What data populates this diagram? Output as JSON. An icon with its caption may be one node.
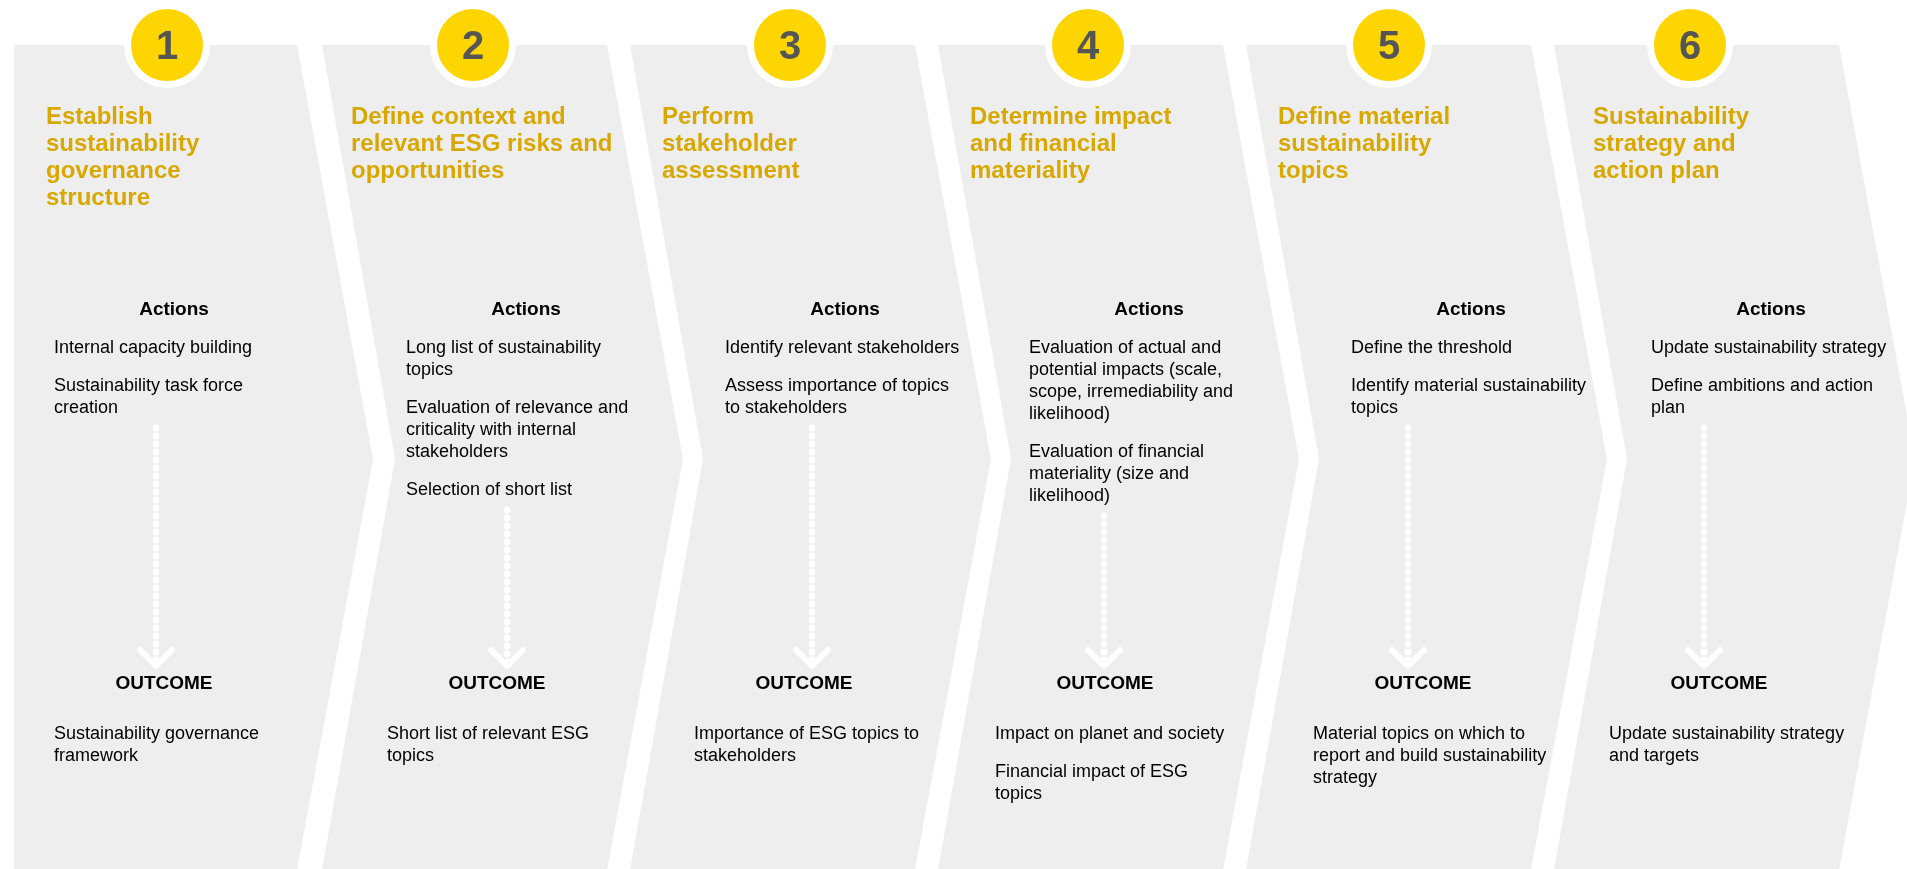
{
  "diagram": {
    "nodes": [
      {
        "text": [
          "1"
        ]
      },
      {
        "text": [
          "Establish sustainability governance structure"
        ]
      },
      {
        "text": [
          "Actions",
          "Internal capacity building",
          "Sustainability task force creation"
        ],
        "in": 1
      },
      {
        "text": [
          "OUTCOME",
          "Sustainability governance framework"
        ],
        "in": 1
      },
      {
        "text": [
          "2"
        ]
      },
      {
        "text": [
          "Define context and relevant ESG risks and opportunities"
        ]
      },
      {
        "text": [
          "Actions",
          "Long list of sustainability topics",
          "Evaluation of relevance and criticality with internal stakeholders",
          "Selection of short list"
        ],
        "in": 5
      },
      {
        "text": [
          "OUTCOME",
          "Short list of relevant ESG topics"
        ],
        "in": 5
      },
      {
        "text": [
          "3"
        ]
      },
      {
        "text": [
          "Perform stakeholder assessment"
        ]
      },
      {
        "text": [
          "Actions",
          "Identify relevant stakeholders",
          "Assess importance of topics to stakeholders"
        ],
        "in": 9
      },
      {
        "text": [
          "OUTCOME",
          "Importance of ESG topics to stakeholders"
        ],
        "in": 9
      },
      {
        "text": [
          "4"
        ]
      },
      {
        "text": [
          "Determine impact and financial materiality"
        ]
      },
      {
        "text": [
          "Actions",
          "Evaluation of actual and potential impacts (scale, scope, irremediability and likelihood)",
          "Evaluation of financial materiality (size and likelihood)"
        ],
        "in": 13
      },
      {
        "text": [
          "OUTCOME",
          "Impact on planet and society",
          "Financial impact of ESG topics"
        ],
        "in": 13
      },
      {
        "text": [
          "5"
        ]
      },
      {
        "text": [
          "Define material sustainability topics"
        ]
      },
      {
        "text": [
          "Actions",
          "Define the threshold",
          "Identify material sustainability topics"
        ],
        "in": 17
      },
      {
        "text": [
          "OUTCOME",
          "Material topics on which to report and build sustainability strategy"
        ],
        "in": 17
      },
      {
        "text": [
          "6"
        ]
      },
      {
        "text": [
          "Sustainability strategy and action plan"
        ]
      },
      {
        "text": [
          "Actions",
          "Update sustainability strategy",
          "Define ambitions and action plan"
        ],
        "in": 21
      },
      {
        "text": [
          "OUTCOME",
          "Update sustainability strategy and targets"
        ],
        "in": 21
      }
    ],
    "edges": [
      {
        "from": 2,
        "to": 3,
        "arrow": "to",
        "style": "dashed"
      },
      {
        "from": 6,
        "to": 7,
        "arrow": "to",
        "style": "dashed"
      },
      {
        "from": 10,
        "to": 11,
        "arrow": "to",
        "style": "dashed"
      },
      {
        "from": 14,
        "to": 15,
        "arrow": "to",
        "style": "dashed"
      },
      {
        "from": 18,
        "to": 19,
        "arrow": "to",
        "style": "dashed"
      },
      {
        "from": 22,
        "to": 23,
        "arrow": "to",
        "style": "dashed"
      }
    ]
  }
}
